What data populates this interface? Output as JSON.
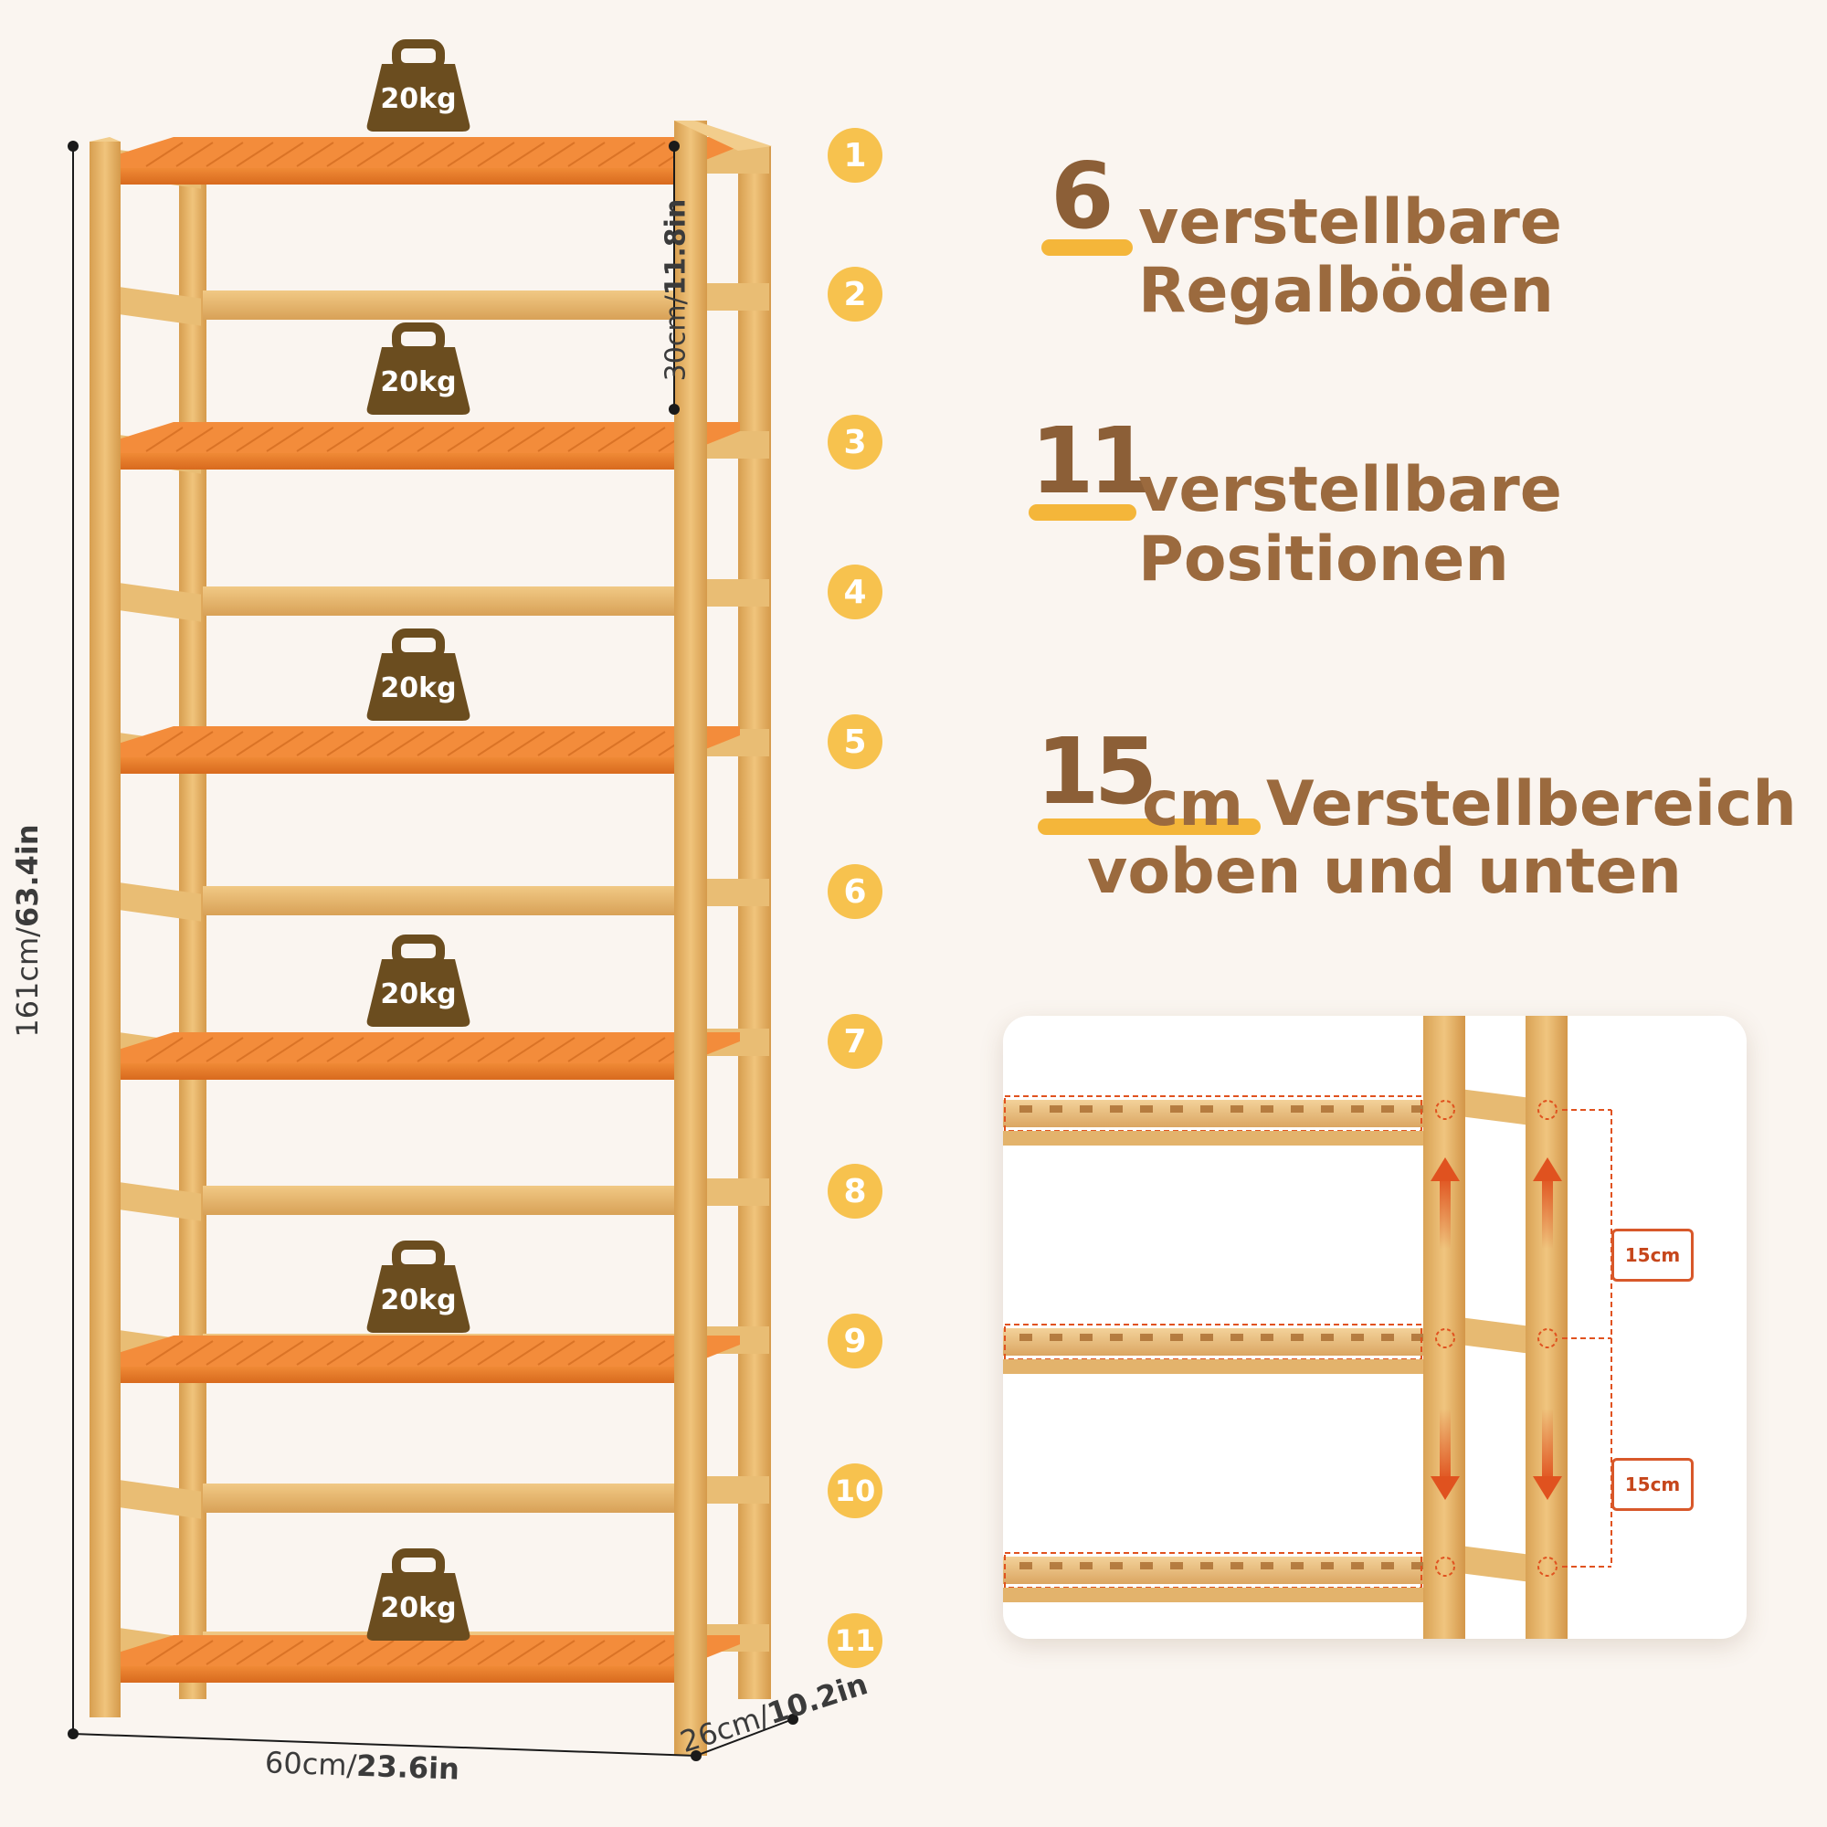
{
  "weights": [
    "20kg",
    "20kg",
    "20kg",
    "20kg",
    "20kg",
    "20kg"
  ],
  "positions": [
    "1",
    "2",
    "3",
    "4",
    "5",
    "6",
    "7",
    "8",
    "9",
    "10",
    "11"
  ],
  "features": {
    "shelves": {
      "number": "6",
      "line1": "verstellbare",
      "line2": "Regalböden"
    },
    "positions": {
      "number": "11",
      "line1": "verstellbare",
      "line2": "Positionen"
    },
    "range": {
      "number": "15",
      "unit": "cm",
      "line1": "Verstellbereich",
      "line2": "voben und unten"
    }
  },
  "dimensions": {
    "height_cm": "161cm/",
    "height_in": "63.4in",
    "width_cm": "60cm/",
    "width_in": "23.6in",
    "depth_cm": "26cm/",
    "depth_in": "10.2in",
    "gap_cm": "30cm/",
    "gap_in": "11.8in"
  },
  "detail_labels": [
    "15cm",
    "15cm"
  ],
  "colors": {
    "wood": "#e7b86c",
    "shelf": "#e57a2a",
    "accent": "#f7c24e",
    "text": "#9b6a3e",
    "arrow": "#e0521f"
  }
}
